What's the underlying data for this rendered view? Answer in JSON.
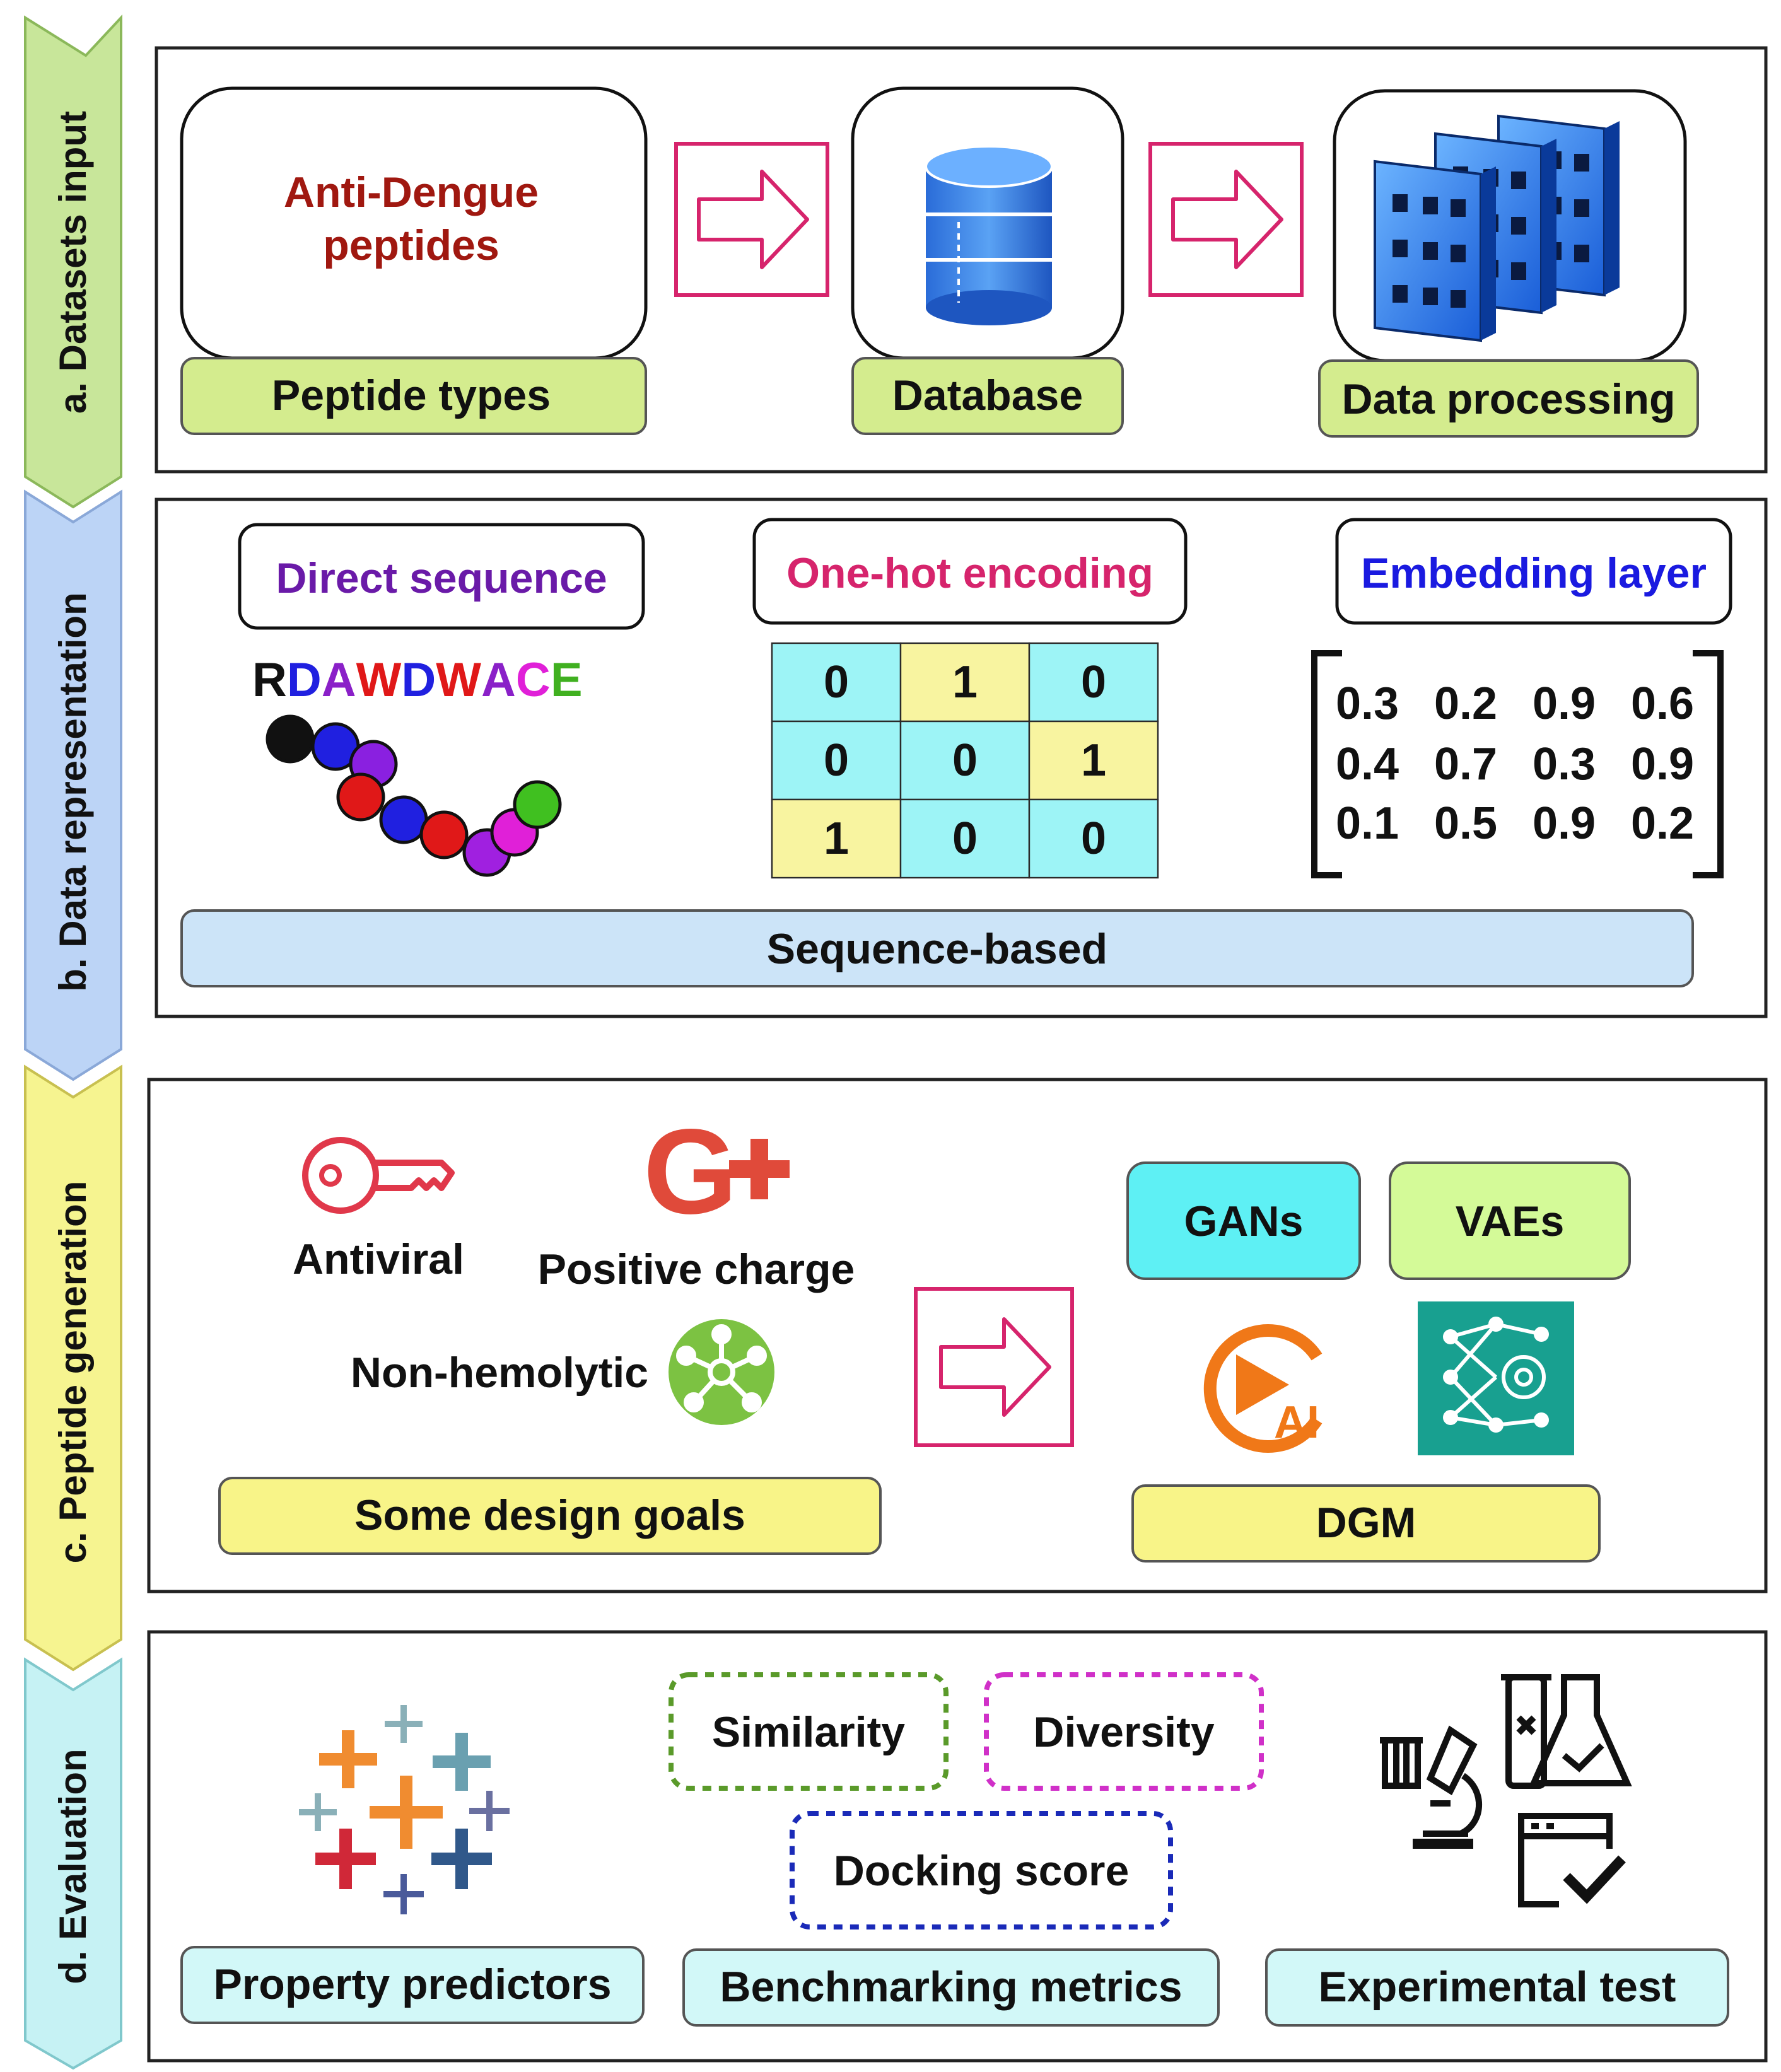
{
  "stages": {
    "a": "a. Datasets input",
    "b": "b. Data representation",
    "c": "c. Peptide generation",
    "d": "d. Evaluation"
  },
  "datasets_input": {
    "peptide_card_text_1": "Anti-Dengue",
    "peptide_card_text_2": "peptides",
    "peptide_types_label": "Peptide types",
    "database_label": "Database",
    "data_processing_label": "Data processing"
  },
  "data_representation": {
    "direct_sequence_title": "Direct sequence",
    "sequence_letters": [
      "R",
      "D",
      "A",
      "W",
      "D",
      "W",
      "A",
      "C",
      "E"
    ],
    "one_hot_title": "One-hot encoding",
    "one_hot_matrix": [
      [
        "0",
        "1",
        "0"
      ],
      [
        "0",
        "0",
        "1"
      ],
      [
        "1",
        "0",
        "0"
      ]
    ],
    "embedding_title": "Embedding layer",
    "embedding_matrix": [
      [
        "0.3",
        "0.2",
        "0.9",
        "0.6"
      ],
      [
        "0.4",
        "0.7",
        "0.3",
        "0.9"
      ],
      [
        "0.1",
        "0.5",
        "0.9",
        "0.2"
      ]
    ],
    "sequence_based_label": "Sequence-based"
  },
  "peptide_generation": {
    "antiviral_label": "Antiviral",
    "positive_charge_label": "Positive charge",
    "non_hemolytic_label": "Non-hemolytic",
    "design_goals_label": "Some design goals",
    "gans_label": "GANs",
    "vaes_label": "VAEs",
    "ai_badge": "AI",
    "dgm_label": "DGM"
  },
  "evaluation": {
    "similarity_label": "Similarity",
    "diversity_label": "Diversity",
    "docking_label": "Docking score",
    "property_predictors_label": "Property predictors",
    "benchmarking_label": "Benchmarking metrics",
    "experimental_label": "Experimental test"
  },
  "colors": {
    "green_box": "#d4ec8e",
    "blue_box": "#cce4f8",
    "yellow_box": "#f8f488",
    "cyan_box": "#d2f8f8",
    "arrow_pink": "#d6246c",
    "dark_red_text": "#a01810",
    "purple_text": "#6a1aa8",
    "magenta_text": "#d6246c",
    "blue_text": "#1a1ae0"
  }
}
